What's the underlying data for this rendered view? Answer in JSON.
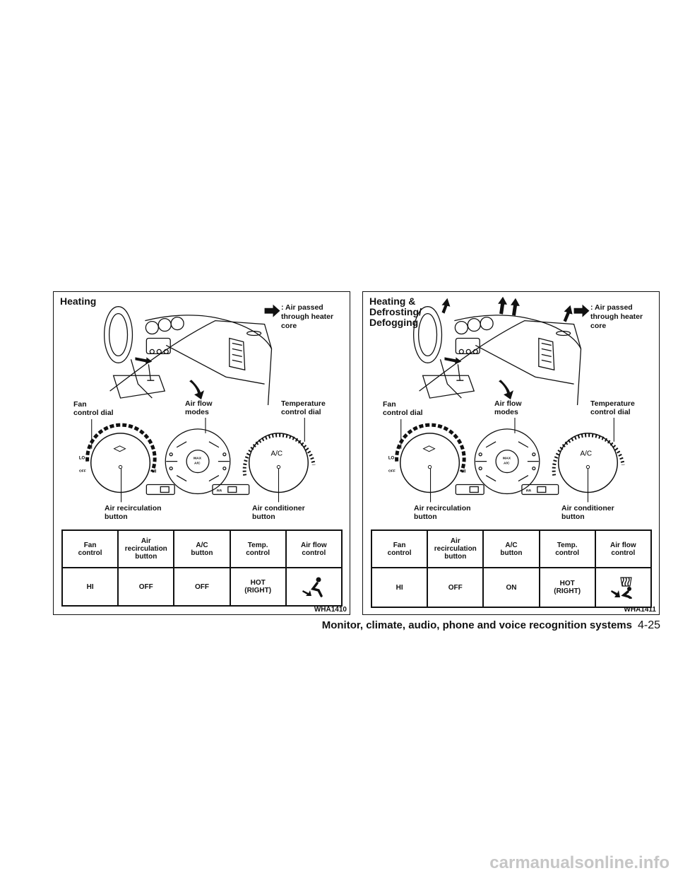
{
  "panels": [
    {
      "title": "Heating",
      "legend": ": Air passed\n  through heater\n  core",
      "callouts": {
        "fan": "Fan\ncontrol dial",
        "airflow": "Air flow\nmodes",
        "temp": "Temperature\ncontrol dial",
        "recirc": "Air recirculation\nbutton",
        "ac": "Air conditioner\nbutton"
      },
      "dial_labels": {
        "lo": "LO",
        "off": "OFF",
        "hi": "HI",
        "ac": "A/C",
        "max_ac": "MAX\nA/C",
        "rr": "RR"
      },
      "table": {
        "headers": [
          "Fan\ncontrol",
          "Air\nrecirculation\nbutton",
          "A/C\nbutton",
          "Temp.\ncontrol",
          "Air flow\ncontrol"
        ],
        "values": [
          "HI",
          "OFF",
          "OFF",
          "HOT\n(RIGHT)"
        ],
        "airflow_icon": "floor-vent-icon"
      },
      "code": "WHA1410"
    },
    {
      "title": "Heating &\nDefrosting/\nDefogging",
      "legend": ": Air passed\n  through heater\n  core",
      "callouts": {
        "fan": "Fan\ncontrol dial",
        "airflow": "Air flow\nmodes",
        "temp": "Temperature\ncontrol dial",
        "recirc": "Air recirculation\nbutton",
        "ac": "Air conditioner\nbutton"
      },
      "dial_labels": {
        "lo": "LO",
        "off": "OFF",
        "hi": "HI",
        "ac": "A/C",
        "max_ac": "MAX\nA/C",
        "rr": "RR"
      },
      "table": {
        "headers": [
          "Fan\ncontrol",
          "Air\nrecirculation\nbutton",
          "A/C\nbutton",
          "Temp.\ncontrol",
          "Air flow\ncontrol"
        ],
        "values": [
          "HI",
          "OFF",
          "ON",
          "HOT\n(RIGHT)"
        ],
        "airflow_icon": "defrost-floor-vent-icon"
      },
      "code": "WHA1411"
    }
  ],
  "footer": {
    "section": "Monitor, climate, audio, phone and voice recognition systems",
    "page": "4-25"
  },
  "watermark": "carmanualsonline.info"
}
